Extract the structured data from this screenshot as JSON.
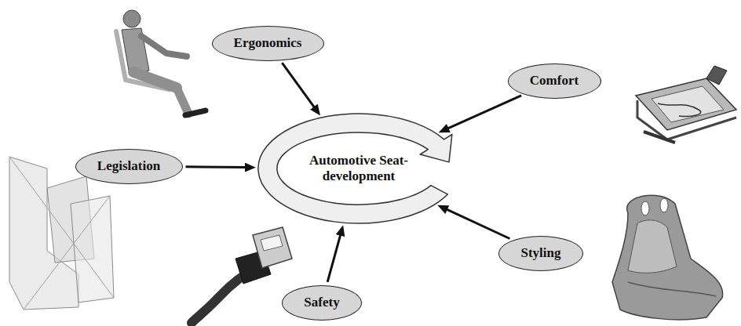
{
  "diagram": {
    "nodes": [
      {
        "text": [
          "Ergonomics"
        ]
      },
      {
        "text": [
          "Comfort"
        ]
      },
      {
        "text": [
          "Legislation"
        ]
      },
      {
        "text": [
          "Automotive Seat-development"
        ]
      },
      {
        "text": [
          "Styling"
        ]
      },
      {
        "text": [
          "Safety"
        ]
      }
    ],
    "edges": [
      {
        "from": 0,
        "to": 3,
        "arrow": "to"
      },
      {
        "from": 1,
        "to": 3,
        "arrow": "to"
      },
      {
        "from": 2,
        "to": 3,
        "arrow": "to"
      },
      {
        "from": 4,
        "to": 3,
        "arrow": "to"
      },
      {
        "from": 5,
        "to": 3,
        "arrow": "to"
      }
    ]
  }
}
